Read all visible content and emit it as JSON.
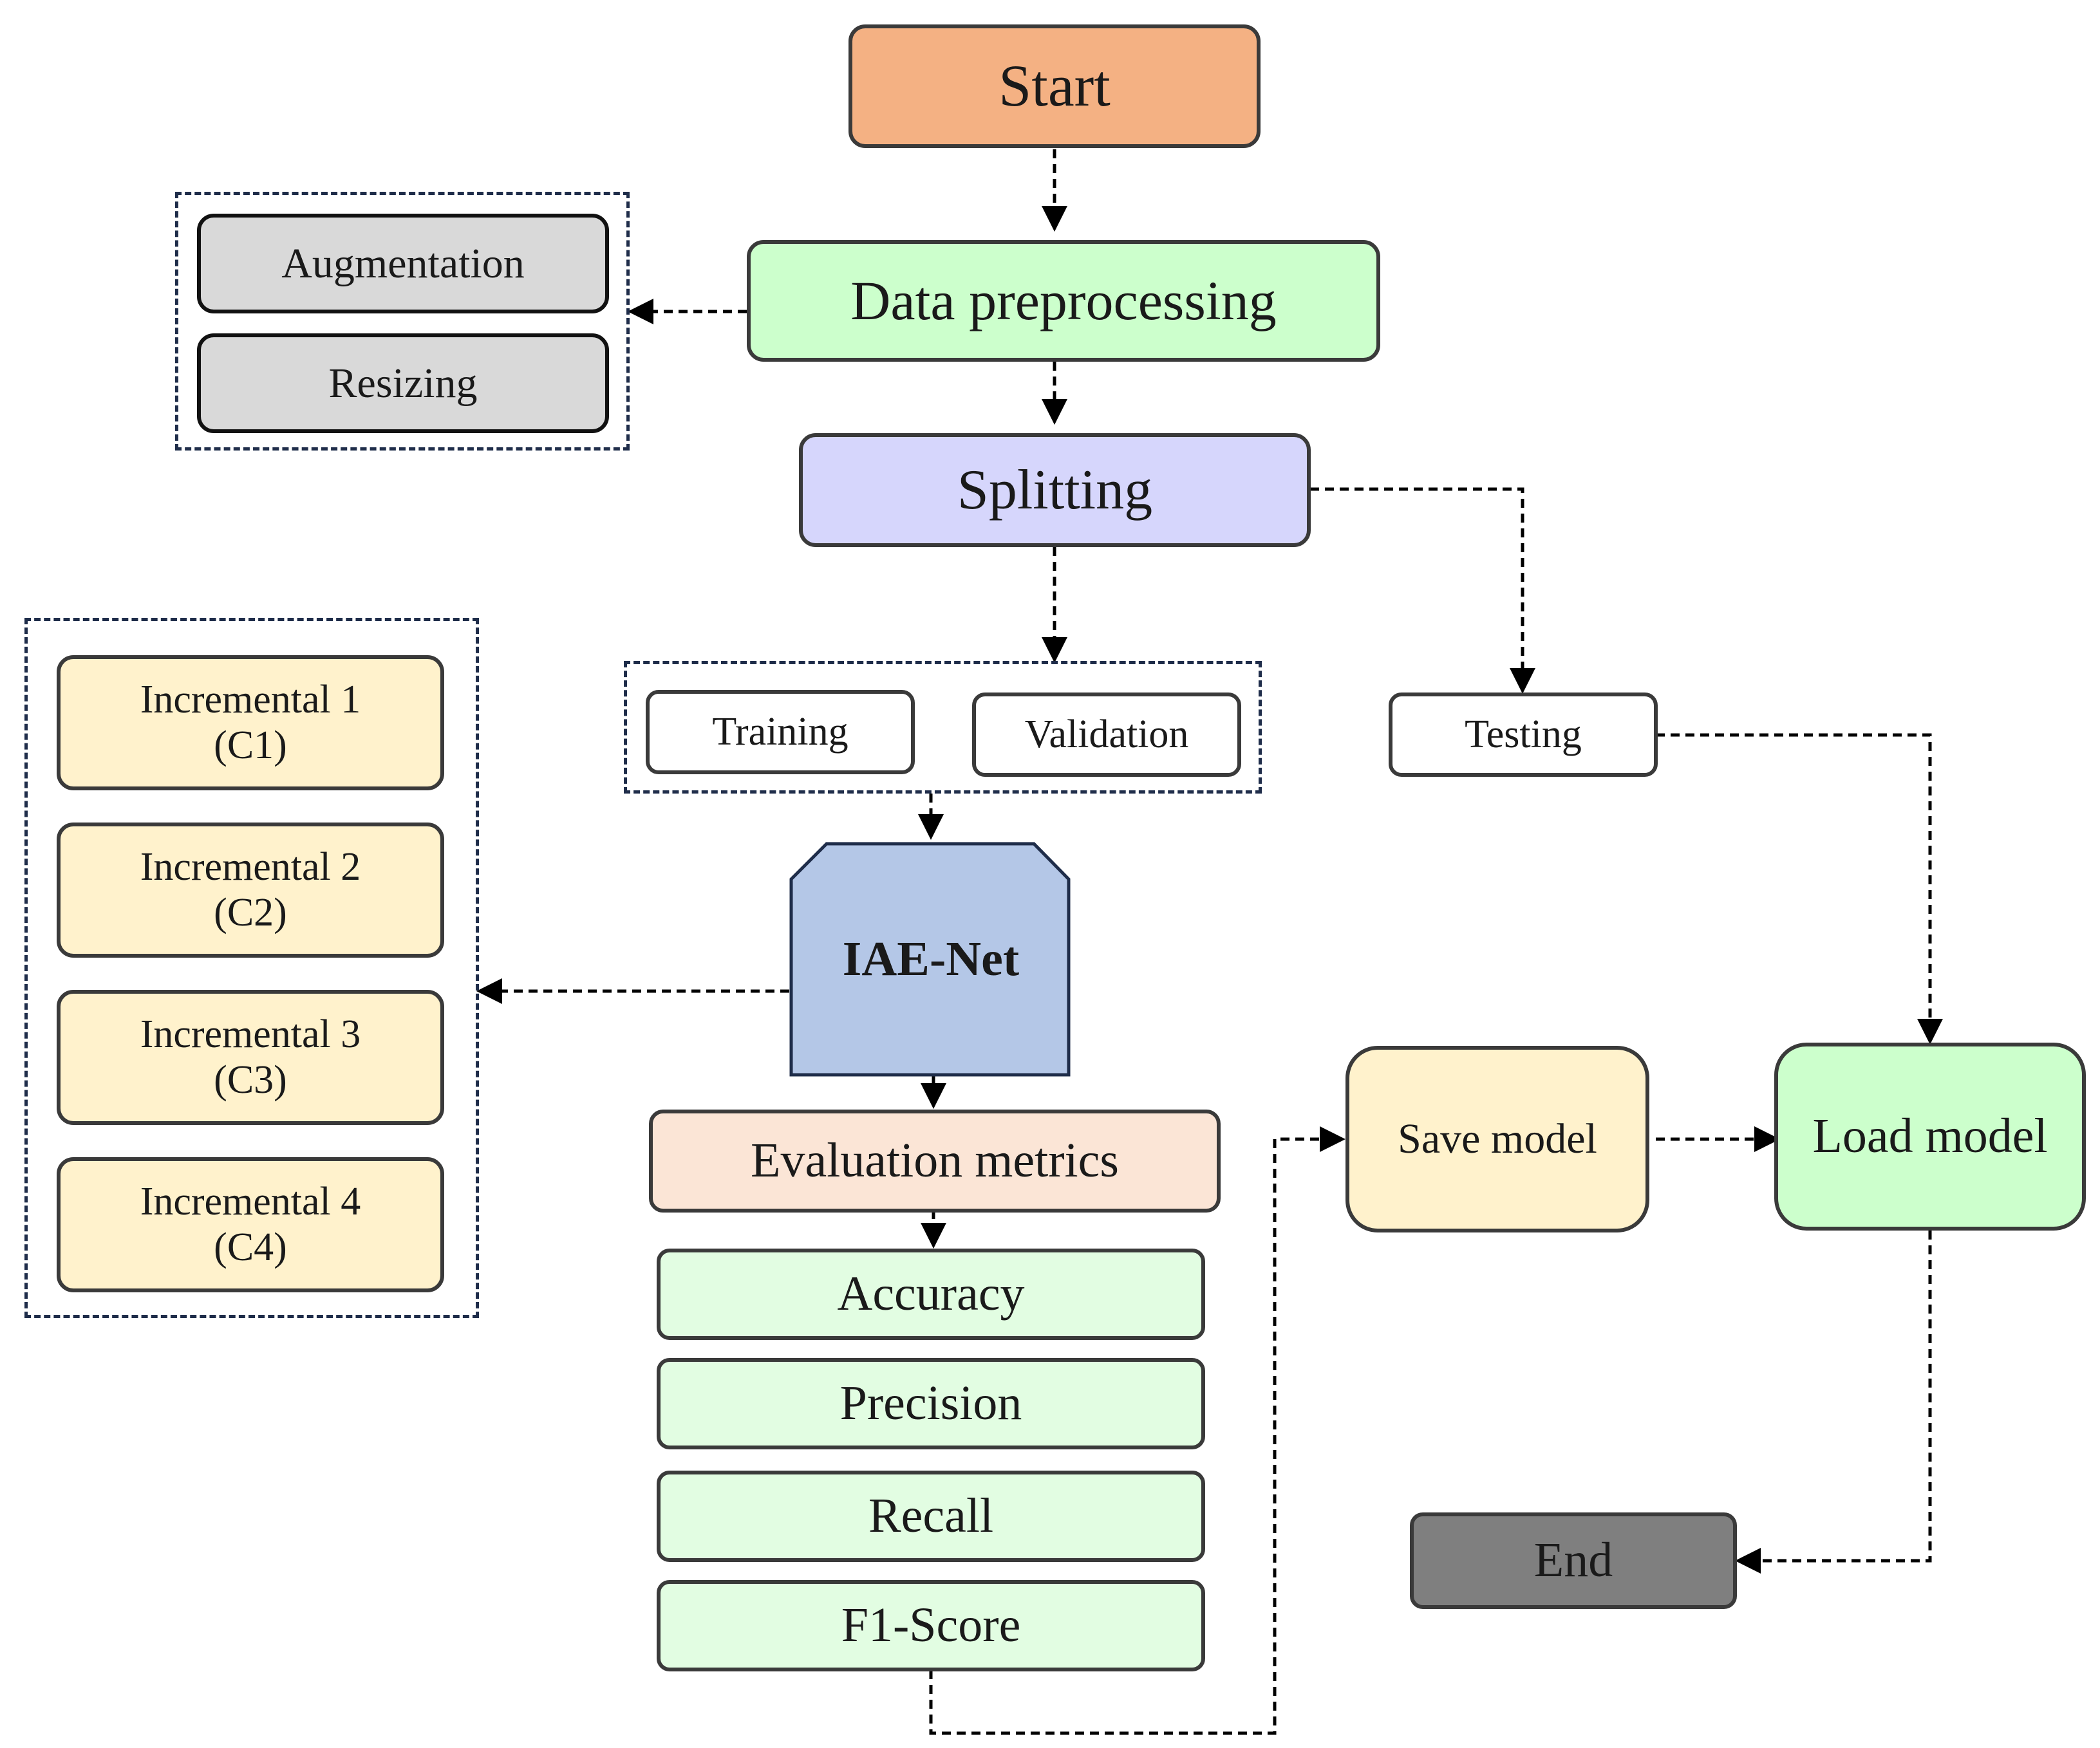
{
  "nodes": {
    "start": "Start",
    "data_preprocessing": "Data preprocessing",
    "augmentation": "Augmentation",
    "resizing": "Resizing",
    "splitting": "Splitting",
    "training": "Training",
    "validation": "Validation",
    "testing": "Testing",
    "model": "IAE-Net",
    "incrementals": [
      {
        "line1": "Incremental 1",
        "line2": "(C1)"
      },
      {
        "line1": "Incremental 2",
        "line2": "(C2)"
      },
      {
        "line1": "Incremental 3",
        "line2": "(C3)"
      },
      {
        "line1": "Incremental 4",
        "line2": "(C4)"
      }
    ],
    "evaluation_metrics": "Evaluation metrics",
    "metrics": [
      "Accuracy",
      "Precision",
      "Recall",
      "F1-Score"
    ],
    "save_model": "Save model",
    "load_model": "Load model",
    "end": "End"
  },
  "colors": {
    "start": "#f4b183",
    "preprocessing": "#ccffcc",
    "splitting": "#d6d6fc",
    "augmentation": "#d9d9d9",
    "incremental": "#fff2cc",
    "model": "#b4c7e7",
    "evaluation": "#fbe5d6",
    "metric": "#e2fde2",
    "save": "#fff2cc",
    "load": "#ccffcc",
    "end": "#7f7f7f"
  }
}
